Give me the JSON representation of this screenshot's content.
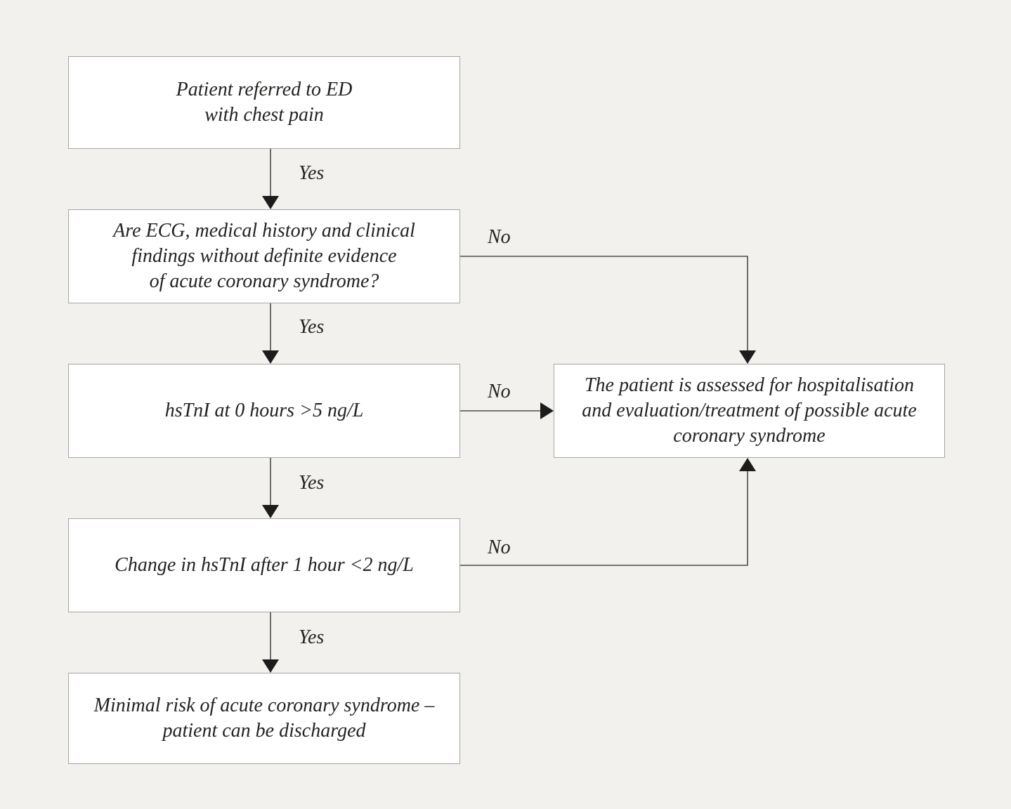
{
  "diagram": {
    "type": "flowchart",
    "topic": "Rule-out algorithm for acute coronary syndrome with hsTnI in the emergency department",
    "colors": {
      "background": "#f2f1ee",
      "node_fill": "#ffffff",
      "node_border": "#a7a5a2",
      "text": "#242321",
      "connector": "#4c4c4c",
      "arrowhead": "#1c1c1c"
    }
  },
  "nodes": {
    "start": {
      "text": "Patient referred to ED\nwith chest pain"
    },
    "ecg_question": {
      "text": "Are ECG, medical history and clinical\nfindings without definite evidence\nof acute coronary syndrome?"
    },
    "hstni_0h": {
      "text": "hsTnI at 0 hours >5 ng/L"
    },
    "hstni_1h": {
      "text": "Change in hsTnI after 1 hour <2 ng/L"
    },
    "discharge": {
      "text": "Minimal risk of acute coronary syndrome –\npatient can be discharged"
    },
    "hospitalisation": {
      "text": "The patient is assessed for hospitalisation\nand evaluation/treatment of possible acute\ncoronary syndrome"
    }
  },
  "edges": [
    {
      "from": "start",
      "to": "ecg_question",
      "label": "Yes"
    },
    {
      "from": "ecg_question",
      "to": "hstni_0h",
      "label": "Yes"
    },
    {
      "from": "ecg_question",
      "to": "hospitalisation",
      "label": "No"
    },
    {
      "from": "hstni_0h",
      "to": "hstni_1h",
      "label": "Yes"
    },
    {
      "from": "hstni_0h",
      "to": "hospitalisation",
      "label": "No"
    },
    {
      "from": "hstni_1h",
      "to": "discharge",
      "label": "Yes"
    },
    {
      "from": "hstni_1h",
      "to": "hospitalisation",
      "label": "No"
    }
  ]
}
